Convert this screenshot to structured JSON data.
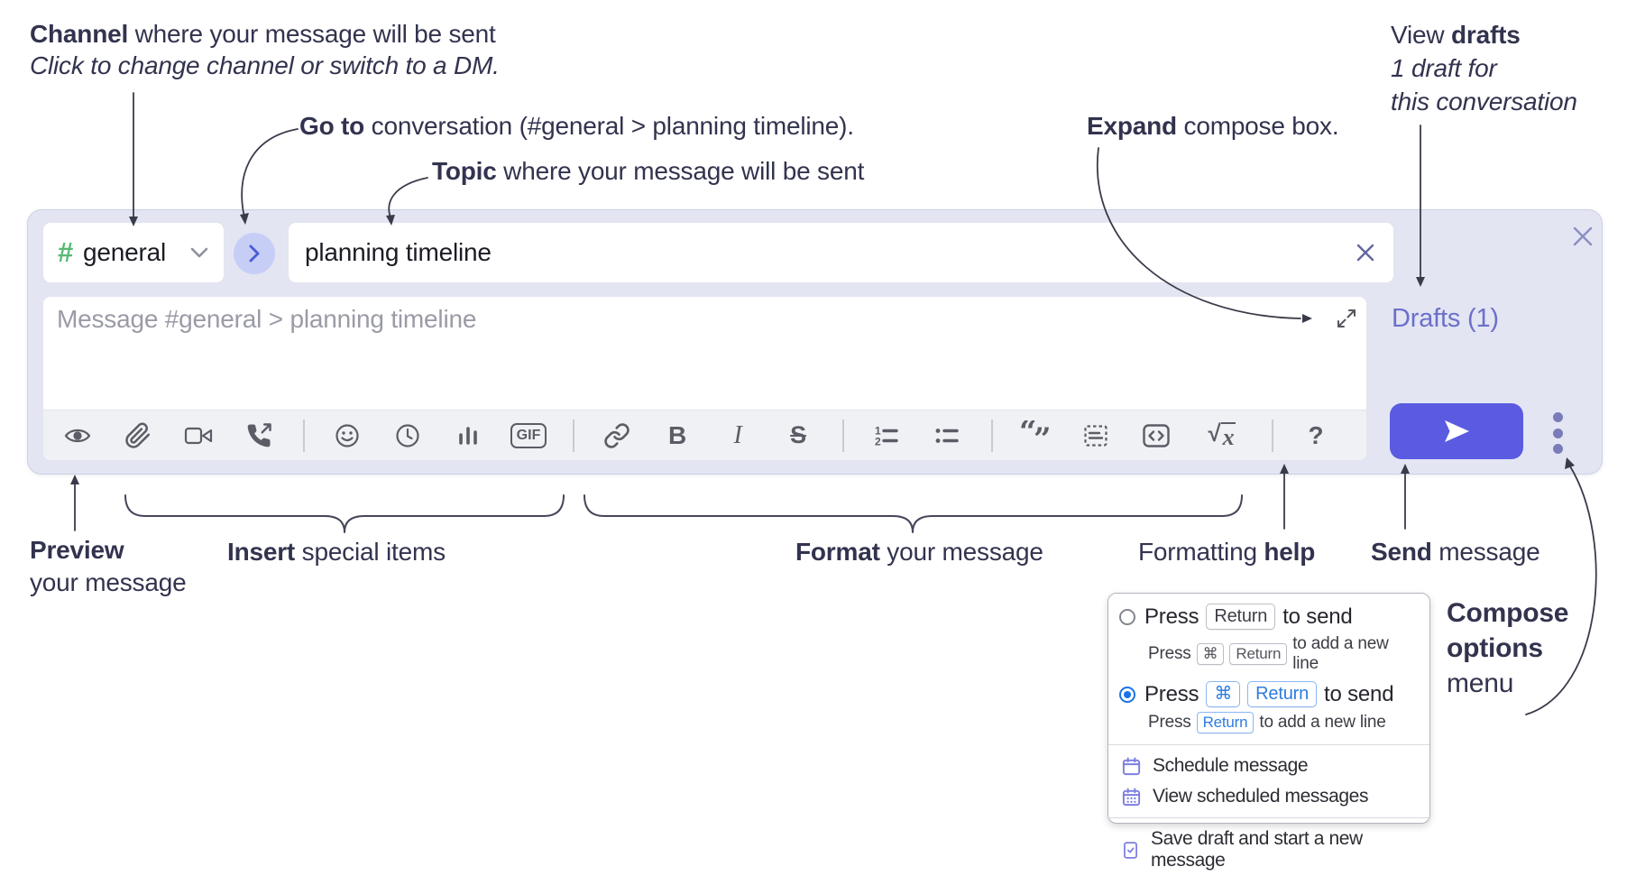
{
  "annotations": {
    "channel": {
      "bold": "Channel",
      "rest": " where your message will be sent",
      "line2": "Click to change channel or switch to a DM."
    },
    "goto": {
      "bold": "Go to",
      "rest": " conversation (#general > planning timeline)."
    },
    "topic": {
      "bold": "Topic",
      "rest": " where your message will be sent"
    },
    "expand": {
      "bold": "Expand",
      "rest": " compose box."
    },
    "drafts": {
      "pre": "View ",
      "bold": "drafts",
      "line2": "1 draft for",
      "line3": "this conversation"
    },
    "preview": {
      "bold": "Preview",
      "line2": "your message"
    },
    "insert": {
      "bold": "Insert",
      "rest": " special items"
    },
    "format": {
      "bold": "Format",
      "rest": " your message"
    },
    "help": {
      "pre": "Formatting ",
      "bold": "help"
    },
    "send": {
      "bold": "Send",
      "rest": " message"
    },
    "compose_options": {
      "line1": "Compose",
      "line2": "options",
      "line3": "menu"
    }
  },
  "compose": {
    "channel_selector": {
      "hash": "#",
      "name": "general"
    },
    "topic_input": {
      "value": "planning timeline"
    },
    "message_input": {
      "placeholder": "Message #general > planning timeline"
    },
    "drafts_link": "Drafts (1)",
    "toolbar": {
      "gif": "GIF",
      "bold": "B",
      "italic": "I",
      "strike": "S",
      "math_x": "x",
      "help": "?"
    }
  },
  "options_menu": {
    "send_options": [
      {
        "selected": false,
        "primary": {
          "pre": "Press",
          "key1": "Return",
          "post": "to send"
        },
        "secondary": {
          "pre": "Press",
          "key1": "⌘",
          "key2": "Return",
          "post": "to add a new line"
        }
      },
      {
        "selected": true,
        "primary": {
          "pre": "Press",
          "key1": "⌘",
          "key2": "Return",
          "post": "to send"
        },
        "secondary": {
          "pre": "Press",
          "key1": "Return",
          "post": "to add a new line"
        }
      }
    ],
    "items": [
      {
        "icon": "schedule-calendar-icon",
        "label": "Schedule message"
      },
      {
        "icon": "view-scheduled-icon",
        "label": "View scheduled messages"
      },
      {
        "icon": "save-draft-icon",
        "label": "Save draft and start a new message"
      }
    ]
  },
  "colors": {
    "compose_bg": "#e3e5f3",
    "accent_send": "#5a5be0",
    "drafts_link": "#6b70c8",
    "channel_hash_green": "#56ba74",
    "goto_circle_bg": "#c7cef6",
    "goto_arrow": "#4c5fd6",
    "icon_gray": "#5b5d66",
    "radio_selected_blue": "#1a73e8",
    "keycap_blue": "#2e7ce0",
    "menu_icon_purple": "#7b7ee2",
    "annotation_text": "#32334e"
  }
}
